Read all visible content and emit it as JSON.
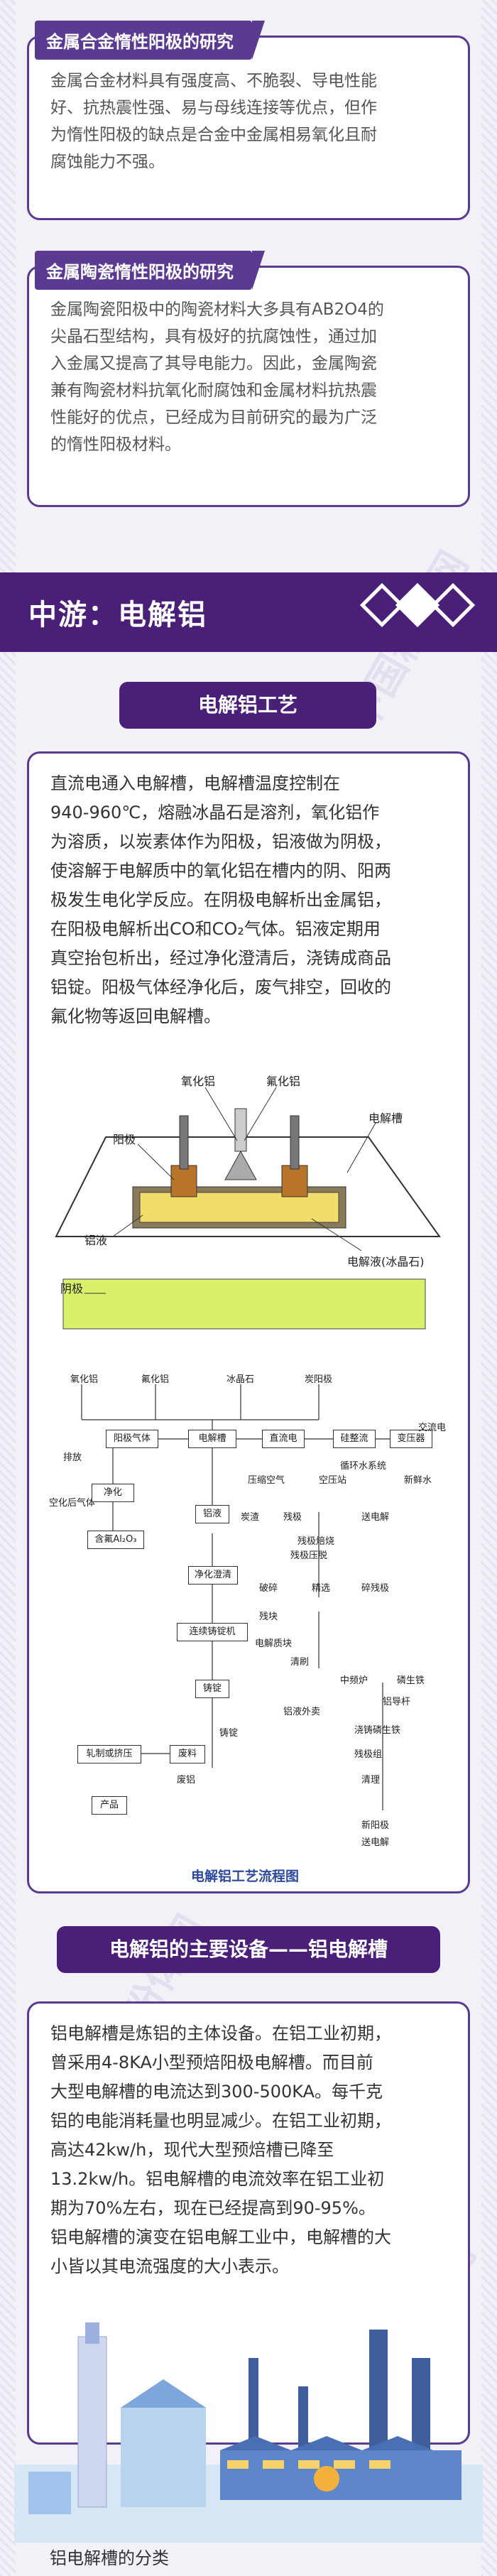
{
  "section1": {
    "title": "金属合金惰性阳极的研究",
    "lines": [
      "金属合金材料具有强度高、不脆裂、导电性能",
      "好、抗热震性强、易与母线连接等优点，但作",
      "为惰性阳极的缺点是合金中金属相易氧化且耐",
      "腐蚀能力不强。"
    ]
  },
  "section2": {
    "title": "金属陶瓷惰性阳极的研究",
    "lines": [
      "金属陶瓷阳极中的陶瓷材料大多具有AB2O4的",
      "尖晶石型结构，具有极好的抗腐蚀性，通过加",
      "入金属又提高了其导电能力。因此，金属陶瓷",
      "兼有陶瓷材料抗氧化耐腐蚀和金属材料抗热震",
      "性能好的优点，已经成为目前研究的最为广泛",
      "的惰性阳极材料。"
    ]
  },
  "banner": {
    "title": "中游：电解铝"
  },
  "process": {
    "pill": "电解铝工艺",
    "lines": [
      "直流电通入电解槽，电解槽温度控制在",
      "940-960℃，熔融冰晶石是溶剂，氧化铝作",
      "为溶质，以炭素体作为阳极，铝液做为阴极，",
      "使溶解于电解质中的氧化铝在槽内的阴、阳两",
      "极发生电化学反应。在阴极电解析出金属铝，",
      "在阳极电解析出CO和CO₂气体。铝液定期用",
      "真空抬包析出，经过净化澄清后，浇铸成商品",
      "铝锭。阳极气体经净化后，废气排空，回收的",
      "氟化物等返回电解槽。"
    ],
    "cell_labels": {
      "alumina": "氧化铝",
      "fluoride": "氟化铝",
      "anode": "阳极",
      "cell": "电解槽",
      "al_liquid": "铝液",
      "cathode": "阴极",
      "electrolyte": "电解液(冰晶石)"
    },
    "flow": {
      "inputs": [
        "氧化铝",
        "氟化铝",
        "冰晶石",
        "炭阳极"
      ],
      "left_labels": [
        "排放",
        "空化后气体"
      ],
      "boxes": [
        "阳极气体",
        "电解槽",
        "直流电",
        "硅整流",
        "变压器",
        "净化",
        "含氟Al₂O₃",
        "铝液",
        "净化澄清",
        "连续铸锭机",
        "铸锭",
        "轧制或挤压",
        "废料",
        "产品"
      ],
      "right_labels": [
        "交流电",
        "循环水系统",
        "新鲜水",
        "压缩空气",
        "空压站",
        "送电解",
        "残极压脱",
        "破碎",
        "残块",
        "精选",
        "碎残极",
        "铝液外卖",
        "中频炉",
        "磷生铁",
        "清刷",
        "新阳极",
        "送电解"
      ],
      "misc": [
        "炭渣",
        "残极",
        "残极焙烧",
        "电解质块",
        "铝导杆",
        "浇铸磷生铁",
        "残极组",
        "清理",
        "铸锭",
        "废铝"
      ]
    },
    "caption": "电解铝工艺流程图"
  },
  "equipment": {
    "pill": "电解铝的主要设备——铝电解槽",
    "lines": [
      "铝电解槽是炼铝的主体设备。在铝工业初期，",
      "曾采用4-8KA小型预焙阳极电解槽。而目前",
      "大型电解槽的电流达到300-500KA。每千克",
      "铝的电能消耗量也明显减少。在铝工业初期，",
      "高达42kw/h，现代大型预焙槽已降至",
      "13.2kw/h。铝电解槽的电流效率在铝工业初",
      "期为70%左右，现在已经提高到90-95%。",
      "铝电解槽的演变在铝电解工业中，电解槽的大",
      "小皆以其电流强度的大小表示。"
    ],
    "footer": "铝电解槽的分类"
  },
  "watermark": "中国粉体网",
  "colors": {
    "primary": "#5b3a92",
    "banner": "#4a1f78",
    "accent_blue": "#2d4a9c"
  }
}
